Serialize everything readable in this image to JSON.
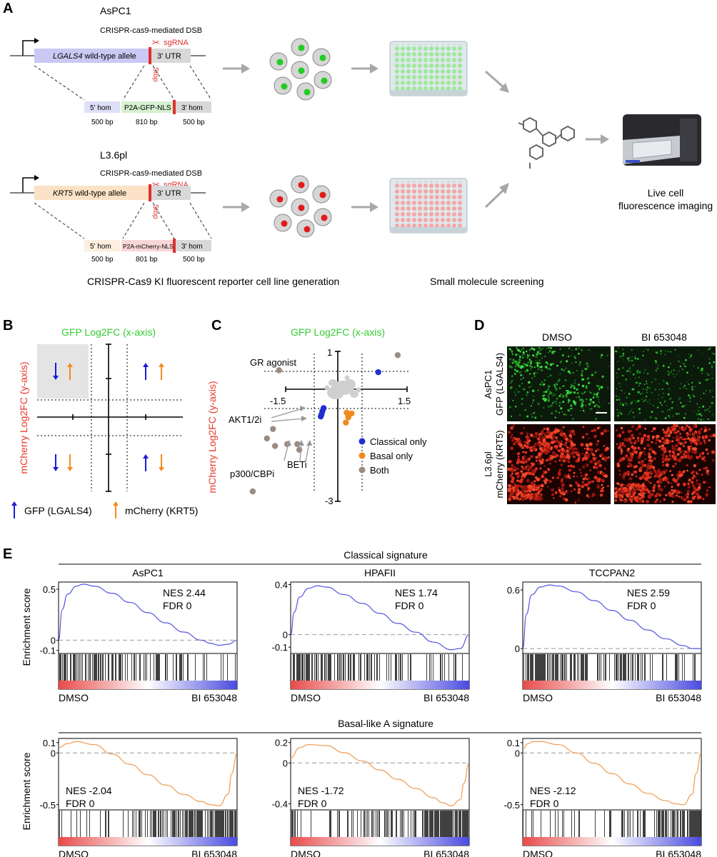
{
  "panel_letters": {
    "a": "A",
    "b": "B",
    "c": "C",
    "d": "D",
    "e": "E"
  },
  "panel_a": {
    "rows": [
      {
        "cell_line": "AsPC1",
        "dsb_label": "CRISPR-cas9-mediated DSB",
        "sgrna": "sgRNA",
        "stop": "Stop",
        "gene_italic": "LGALS4",
        "allele_suffix": " wild-type allele",
        "utr": "3' UTR",
        "hom5": "5' hom",
        "insert": "P2A-GFP-NLS",
        "hom3": "3' hom",
        "bp5": "500 bp",
        "bp_insert": "810 bp",
        "bp3": "500 bp",
        "dot_color": "#22cc22",
        "allele_color": "#c9c9f3",
        "insert_color": "#d6f0d0",
        "hom5_color": "#dfe0f8"
      },
      {
        "cell_line": "L3.6pl",
        "dsb_label": "CRISPR-cas9-mediated DSB",
        "sgrna": "sgRNA",
        "stop": "Stop",
        "gene_italic": "KRT5",
        "allele_suffix": " wild-type allele",
        "utr": "3' UTR",
        "hom5": "5' hom",
        "insert": "P2A-mCherry-NLS",
        "hom3": "3' hom",
        "bp5": "500 bp",
        "bp_insert": "801 bp",
        "bp3": "500 bp",
        "dot_color": "#e01b1b",
        "allele_color": "#fbe2c6",
        "insert_color": "#f8d6d6",
        "hom5_color": "#fdeedd"
      }
    ],
    "caption_left": "CRISPR-Cas9 KI fluorescent reporter cell line generation",
    "caption_right": "Small molecule screening",
    "imaging_label_1": "Live cell",
    "imaging_label_2": "fluorescence imaging"
  },
  "panel_b": {
    "x_axis_title": "GFP Log2FC (x-axis)",
    "y_axis_title": "mCherry Log2FC (y-axis)",
    "legend_gfp": "GFP (LGALS4)",
    "legend_mcherry": "mCherry (KRT5)",
    "gfp_color": "#1a1ad6",
    "mcherry_color": "#f28a1c",
    "highlight_color": "#e4e4e4"
  },
  "panel_c": {
    "x_axis_title": "GFP Log2FC (x-axis)",
    "y_axis_title": "mCherry Log2FC (y-axis)",
    "x_tick_min": "-1.5",
    "x_tick_max": "1.5",
    "y_tick_max": "1",
    "y_tick_min": "-3",
    "annotations": {
      "gr": "GR agonist",
      "akt": "AKT1/2i",
      "p300": "p300/CBPi",
      "beti": "BETi"
    },
    "legend": [
      {
        "label": "Classical only",
        "color": "#1f2fd0"
      },
      {
        "label": "Basal only",
        "color": "#f08a1a"
      },
      {
        "label": "Both",
        "color": "#9a8a80"
      }
    ],
    "scatter": {
      "classical": [
        [
          1.0,
          0.45
        ],
        [
          -0.35,
          -0.5
        ],
        [
          -0.38,
          -0.58
        ],
        [
          -0.4,
          -0.66
        ],
        [
          -0.42,
          -0.72
        ]
      ],
      "basal": [
        [
          0.22,
          -0.62
        ],
        [
          0.34,
          -0.64
        ],
        [
          0.26,
          -0.74
        ],
        [
          0.2,
          -0.88
        ]
      ],
      "both": [
        [
          1.48,
          0.9
        ],
        [
          -1.45,
          0.5
        ],
        [
          -1.6,
          -1.05
        ],
        [
          -1.75,
          -1.3
        ],
        [
          -1.55,
          -1.5
        ],
        [
          -1.25,
          -1.45
        ],
        [
          -1.0,
          -1.45
        ],
        [
          -0.95,
          -1.6
        ],
        [
          -2.1,
          -2.7
        ]
      ]
    }
  },
  "panel_d": {
    "col_1": "DMSO",
    "col_2": "BI 653048",
    "row_1_a": "AsPC1",
    "row_1_b": "GFP (LGALS4)",
    "row_2_a": "L3.6pl",
    "row_2_b": "mCherry (KRT5)"
  },
  "panel_e": {
    "classical_title": "Classical signature",
    "basal_title": "Basal-like A signature",
    "y_label": "Enrichment score",
    "x_left": "DMSO",
    "x_right": "BI 653048",
    "nes_prefix": "NES ",
    "fdr_label": "FDR 0",
    "classical_color": "#5555e0",
    "basal_color": "#f09a50"
  },
  "chart_data": [
    {
      "type": "line",
      "title": "AsPC1",
      "signature": "Classical signature",
      "ylabel": "Enrichment score",
      "nes": "2.44",
      "fdr": "0",
      "yticks": [
        "0.5",
        "0",
        "-0.1"
      ],
      "ylim": [
        -0.13,
        0.57
      ],
      "x": [
        0,
        0.02,
        0.05,
        0.1,
        0.14,
        0.2,
        0.3,
        0.4,
        0.5,
        0.6,
        0.7,
        0.8,
        0.85,
        0.9,
        0.95,
        1.0
      ],
      "y": [
        0.0,
        0.3,
        0.45,
        0.53,
        0.55,
        0.53,
        0.46,
        0.37,
        0.27,
        0.17,
        0.08,
        0.0,
        -0.03,
        -0.05,
        -0.04,
        0.0
      ]
    },
    {
      "type": "line",
      "title": "HPAFII",
      "signature": "Classical signature",
      "ylabel": "Enrichment score",
      "nes": "1.74",
      "fdr": "0",
      "yticks": [
        "0.4",
        "0",
        "-0.1"
      ],
      "ylim": [
        -0.15,
        0.42
      ],
      "x": [
        0,
        0.02,
        0.05,
        0.1,
        0.15,
        0.2,
        0.3,
        0.4,
        0.5,
        0.6,
        0.7,
        0.8,
        0.9,
        0.95,
        1.0
      ],
      "y": [
        0.0,
        0.18,
        0.3,
        0.37,
        0.39,
        0.38,
        0.32,
        0.25,
        0.17,
        0.09,
        0.02,
        -0.06,
        -0.12,
        -0.11,
        0.0
      ]
    },
    {
      "type": "line",
      "title": "TCCPAN2",
      "signature": "Classical signature",
      "ylabel": "Enrichment score",
      "nes": "2.59",
      "fdr": "0",
      "yticks": [
        "0.6",
        "0"
      ],
      "ylim": [
        -0.05,
        0.68
      ],
      "x": [
        0,
        0.02,
        0.05,
        0.1,
        0.15,
        0.2,
        0.3,
        0.4,
        0.5,
        0.6,
        0.7,
        0.8,
        0.9,
        0.95,
        1.0
      ],
      "y": [
        0.0,
        0.35,
        0.55,
        0.63,
        0.65,
        0.64,
        0.58,
        0.49,
        0.39,
        0.29,
        0.19,
        0.1,
        0.03,
        0.0,
        0.0
      ]
    },
    {
      "type": "line",
      "title": "AsPC1",
      "signature": "Basal-like A signature",
      "ylabel": "Enrichment score",
      "nes": "-2.04",
      "fdr": "0",
      "yticks": [
        "0.1",
        "0",
        "-0.5"
      ],
      "ylim": [
        -0.55,
        0.14
      ],
      "x": [
        0,
        0.05,
        0.1,
        0.2,
        0.3,
        0.4,
        0.5,
        0.6,
        0.7,
        0.8,
        0.85,
        0.9,
        0.95,
        0.97,
        1.0
      ],
      "y": [
        0.05,
        0.09,
        0.11,
        0.08,
        -0.01,
        -0.11,
        -0.21,
        -0.31,
        -0.4,
        -0.47,
        -0.5,
        -0.51,
        -0.4,
        -0.2,
        0.0
      ]
    },
    {
      "type": "line",
      "title": "HPAFII",
      "signature": "Basal-like A signature",
      "ylabel": "Enrichment score",
      "nes": "-1.72",
      "fdr": "0",
      "yticks": [
        "0.2",
        "0",
        "-0.4"
      ],
      "ylim": [
        -0.46,
        0.24
      ],
      "x": [
        0,
        0.05,
        0.1,
        0.2,
        0.3,
        0.4,
        0.5,
        0.6,
        0.7,
        0.8,
        0.85,
        0.9,
        0.95,
        0.97,
        1.0
      ],
      "y": [
        0.05,
        0.15,
        0.18,
        0.17,
        0.1,
        0.02,
        -0.07,
        -0.16,
        -0.25,
        -0.34,
        -0.39,
        -0.42,
        -0.36,
        -0.2,
        0.0
      ]
    },
    {
      "type": "line",
      "title": "TCCPAN2",
      "signature": "Basal-like A signature",
      "ylabel": "Enrichment score",
      "nes": "-2.12",
      "fdr": "0",
      "yticks": [
        "0.1",
        "0",
        "-0.5"
      ],
      "ylim": [
        -0.55,
        0.14
      ],
      "x": [
        0,
        0.03,
        0.06,
        0.1,
        0.2,
        0.3,
        0.4,
        0.5,
        0.6,
        0.7,
        0.8,
        0.85,
        0.9,
        0.95,
        0.97,
        1.0
      ],
      "y": [
        0.04,
        0.09,
        0.11,
        0.11,
        0.08,
        0.0,
        -0.1,
        -0.2,
        -0.3,
        -0.39,
        -0.46,
        -0.49,
        -0.5,
        -0.4,
        -0.2,
        0.0
      ]
    }
  ]
}
